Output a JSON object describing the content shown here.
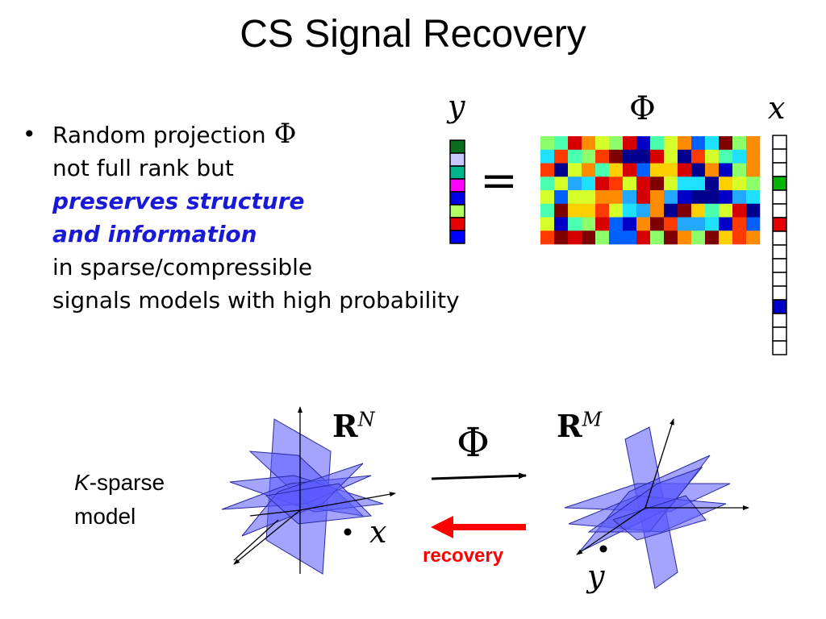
{
  "slide": {
    "title": "CS Signal Recovery",
    "bullet": {
      "line1": "Random projection",
      "phi_symbol": "Φ",
      "line2": "not full rank but",
      "emph_line1": "preserves structure",
      "emph_line2": "and information",
      "line5": "in sparse/compressible",
      "line6": "signals models with high probability"
    },
    "equation": {
      "y_label": "y",
      "phi_label": "Φ",
      "x_label": "x",
      "equals": "=",
      "y_colors": [
        "#0a6e1e",
        "#c8c8ff",
        "#00b48c",
        "#ff00ff",
        "#0000e6",
        "#b4ff64",
        "#e60000",
        "#0000ff"
      ],
      "x_highlights": [
        {
          "index": 3,
          "color": "#00b400"
        },
        {
          "index": 6,
          "color": "#e60000"
        },
        {
          "index": 12,
          "color": "#0000c8"
        }
      ],
      "x_cell_count": 16,
      "matrix_cols": 16,
      "matrix_rows": 8
    },
    "diagram": {
      "rn_label": "R",
      "rn_sup": "N",
      "rm_label": "R",
      "rm_sup": "M",
      "phi_arrow_label": "Φ",
      "recovery_label": "recovery",
      "x_point_label": "x",
      "y_point_label": "y",
      "k_label": "K",
      "sparse_label": "-sparse",
      "model_label": "model",
      "plane_fill": "#5a5aff",
      "plane_stroke": "#2828a0",
      "recovery_color": "#ff0000"
    }
  }
}
